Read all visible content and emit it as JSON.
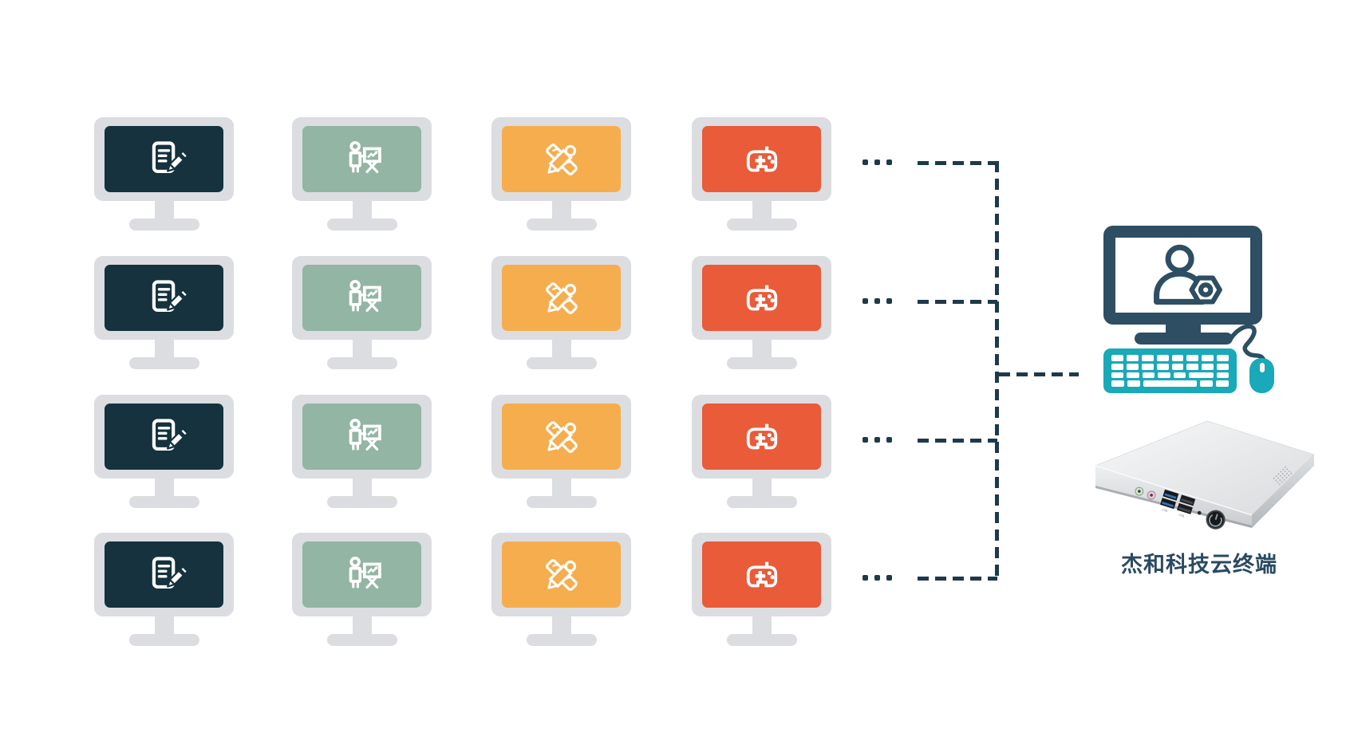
{
  "colors": {
    "background": "#ffffff",
    "bezel_gray": "#dcdde0",
    "line_navy": "#1d3a4b",
    "host_navy": "#2d4e63",
    "teal": "#1aa9b8",
    "caption_navy": "#2a4a61",
    "navy_screen": "#15323e",
    "green_screen": "#93b5a3",
    "orange_screen": "#f6ad4d",
    "red_screen": "#e95b39"
  },
  "client_grid": {
    "rows": 4,
    "row_ellipsis": "...",
    "columns": [
      {
        "name": "office-document",
        "icon": "document-edit-icon",
        "screen_color": "#15323e"
      },
      {
        "name": "presentation",
        "icon": "presentation-chart-icon",
        "screen_color": "#93b5a3"
      },
      {
        "name": "design",
        "icon": "ruler-pencil-icon",
        "screen_color": "#f6ad4d"
      },
      {
        "name": "gaming",
        "icon": "gamepad-icon",
        "screen_color": "#e95b39"
      }
    ]
  },
  "host": {
    "monitor_icon": "user-gear-icon",
    "caption": "杰和科技云终端",
    "port_labels": [
      "USB",
      "USB"
    ]
  }
}
